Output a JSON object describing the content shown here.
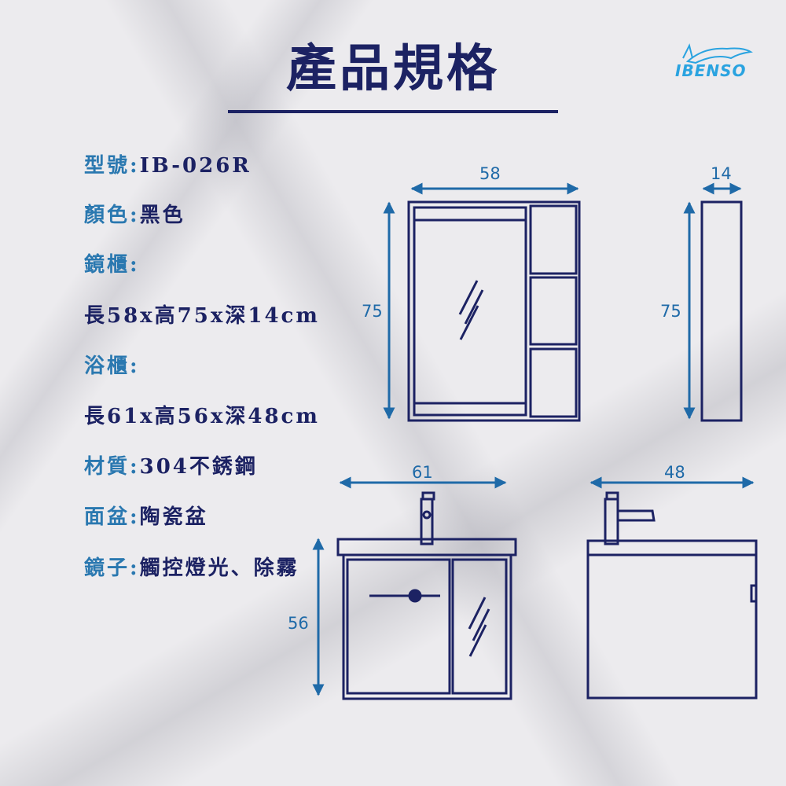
{
  "title": "產品規格",
  "brand": "IBENSO",
  "specs": [
    {
      "label": "型號:",
      "value": "IB-026R"
    },
    {
      "label": "顏色:",
      "value": "黑色"
    },
    {
      "label": "鏡櫃:",
      "value": ""
    },
    {
      "label": "",
      "value": "長58x高75x深14cm"
    },
    {
      "label": "浴櫃:",
      "value": ""
    },
    {
      "label": "",
      "value": "長61x高56x深48cm"
    },
    {
      "label": "材質:",
      "value": "304不銹鋼"
    },
    {
      "label": "面盆:",
      "value": "陶瓷盆"
    },
    {
      "label": "鏡子:",
      "value": "觸控燈光、除霧"
    }
  ],
  "dimensions": {
    "mirror_width": "58",
    "mirror_height": "75",
    "mirror_side_height": "75",
    "mirror_depth": "14",
    "vanity_width": "61",
    "vanity_height": "56",
    "vanity_depth": "48"
  },
  "colors": {
    "navy": "#1c2263",
    "blue": "#1f6aa8",
    "label": "#2a78b0"
  }
}
